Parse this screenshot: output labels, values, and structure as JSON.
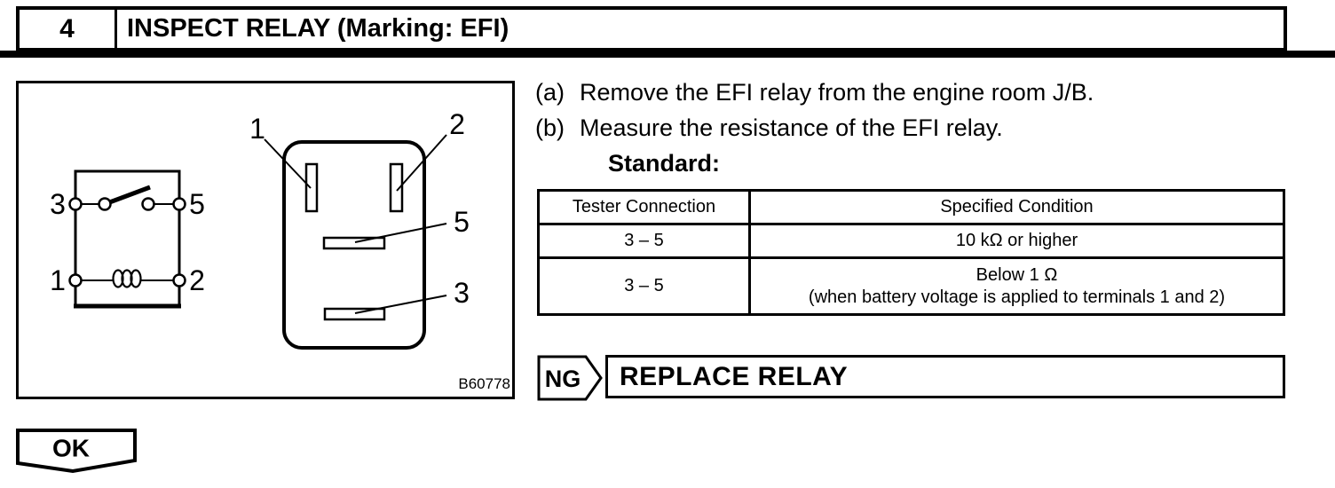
{
  "header": {
    "step_number": "4",
    "title": "INSPECT RELAY (Marking: EFI)"
  },
  "figure": {
    "code": "B60778",
    "schematic_labels": {
      "switch_left": "3",
      "switch_right": "5",
      "coil_left": "1",
      "coil_right": "2"
    },
    "pin_labels": {
      "pin1": "1",
      "pin2": "2",
      "pin5": "5",
      "pin3": "3"
    }
  },
  "steps": [
    {
      "marker": "(a)",
      "text": "Remove the EFI relay from the engine room J/B."
    },
    {
      "marker": "(b)",
      "text": "Measure the resistance of the EFI relay."
    }
  ],
  "standard_label": "Standard:",
  "table": {
    "col_headers": [
      "Tester Connection",
      "Specified Condition"
    ],
    "rows": [
      {
        "tester_connection": "3 – 5",
        "specified_condition": "10 kΩ or higher",
        "specified_condition_note": ""
      },
      {
        "tester_connection": "3 – 5",
        "specified_condition": "Below 1 Ω",
        "specified_condition_note": "(when battery voltage is applied to terminals 1 and 2)"
      }
    ]
  },
  "ng_badge": {
    "label": "NG"
  },
  "ng_action": {
    "label": "REPLACE RELAY"
  },
  "ok_badge": {
    "label": "OK"
  }
}
